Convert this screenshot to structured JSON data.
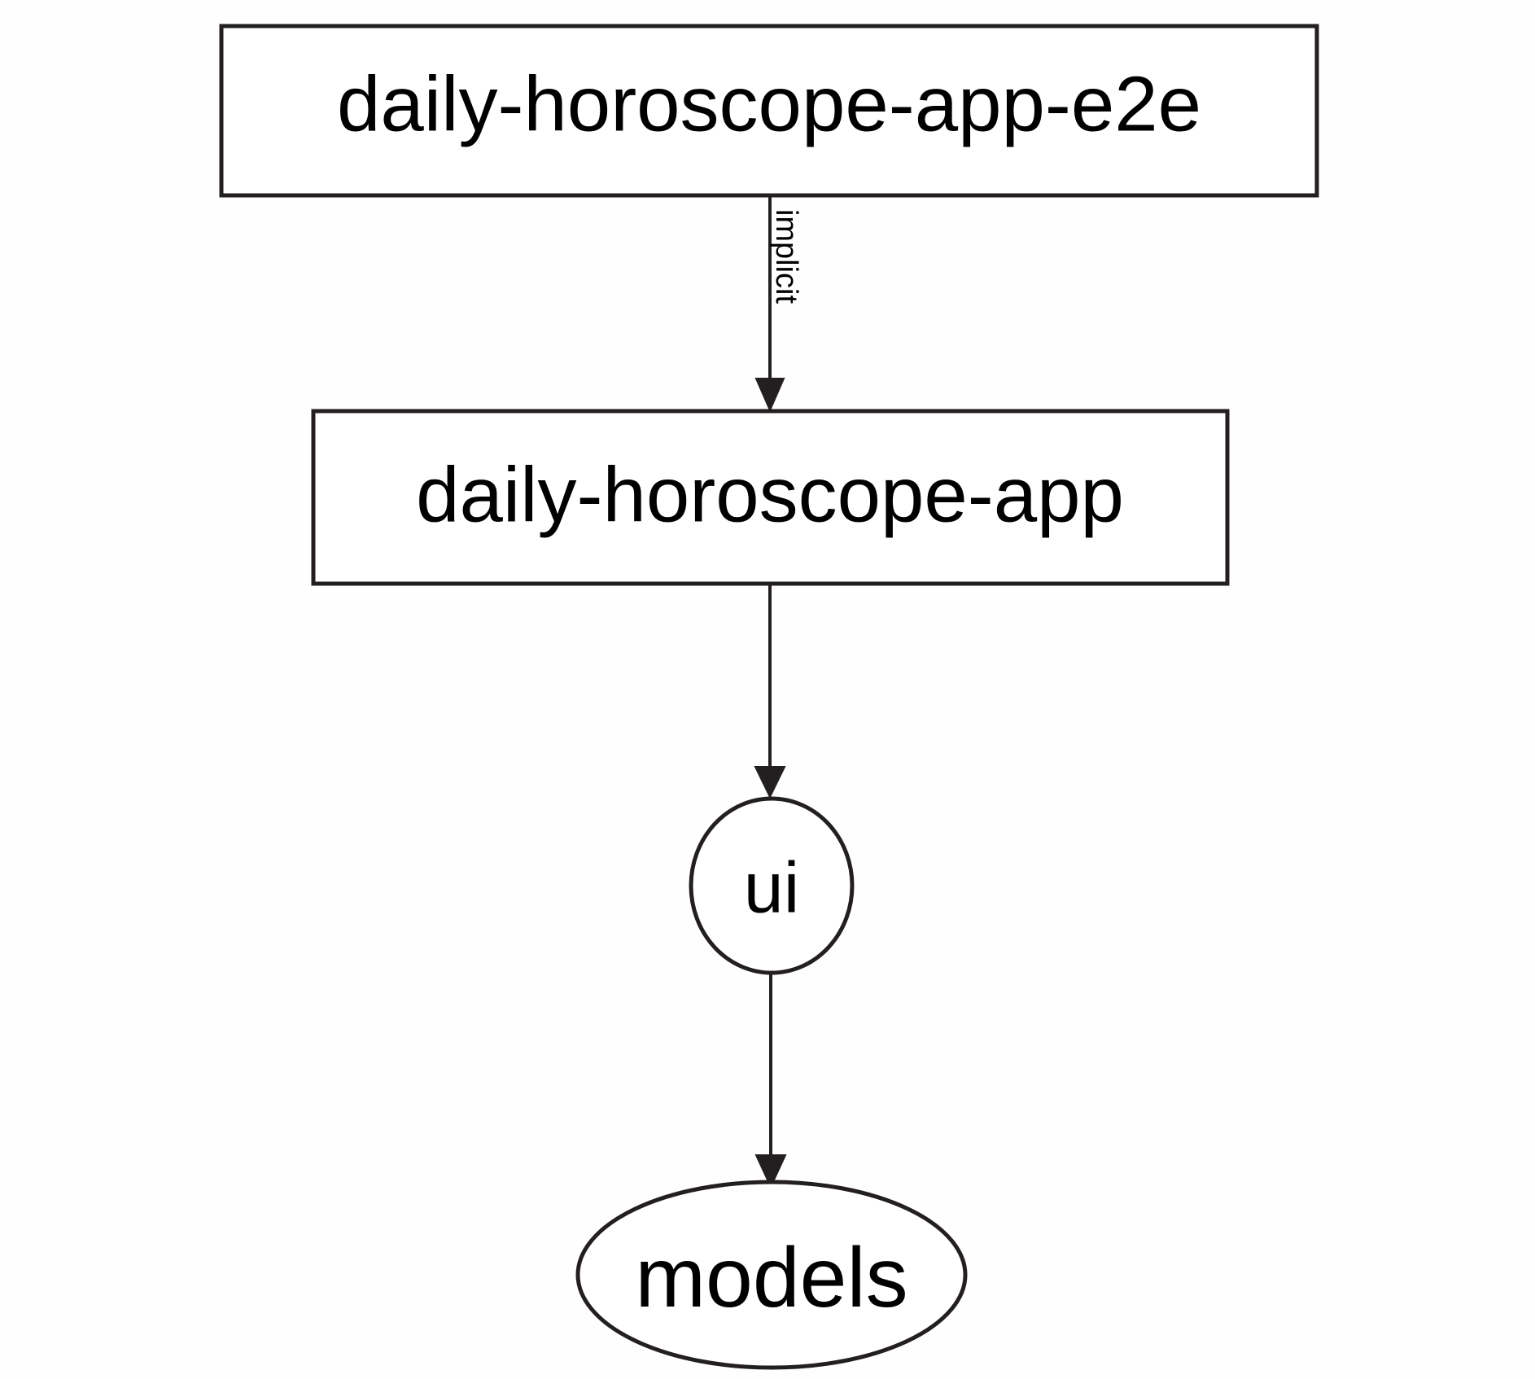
{
  "diagram": {
    "type": "directed-graph",
    "title": "",
    "background_color": "#fefefe",
    "node_fill_color": "#ffffff",
    "node_stroke_color": "#231f20",
    "edge_color": "#231f20",
    "label_color": "#000000",
    "nodes": [
      {
        "id": "daily-horoscope-app-e2e",
        "label": "daily-horoscope-app-e2e",
        "shape": "box"
      },
      {
        "id": "daily-horoscope-app",
        "label": "daily-horoscope-app",
        "shape": "box"
      },
      {
        "id": "ui",
        "label": "ui",
        "shape": "ellipse"
      },
      {
        "id": "models",
        "label": "models",
        "shape": "ellipse"
      }
    ],
    "edges": [
      {
        "from": "daily-horoscope-app-e2e",
        "to": "daily-horoscope-app",
        "label": "implicit",
        "label_orientation": "vertical",
        "arrowhead": "normal"
      },
      {
        "from": "daily-horoscope-app",
        "to": "ui",
        "label": "",
        "arrowhead": "normal"
      },
      {
        "from": "ui",
        "to": "models",
        "label": "",
        "arrowhead": "normal"
      }
    ]
  }
}
